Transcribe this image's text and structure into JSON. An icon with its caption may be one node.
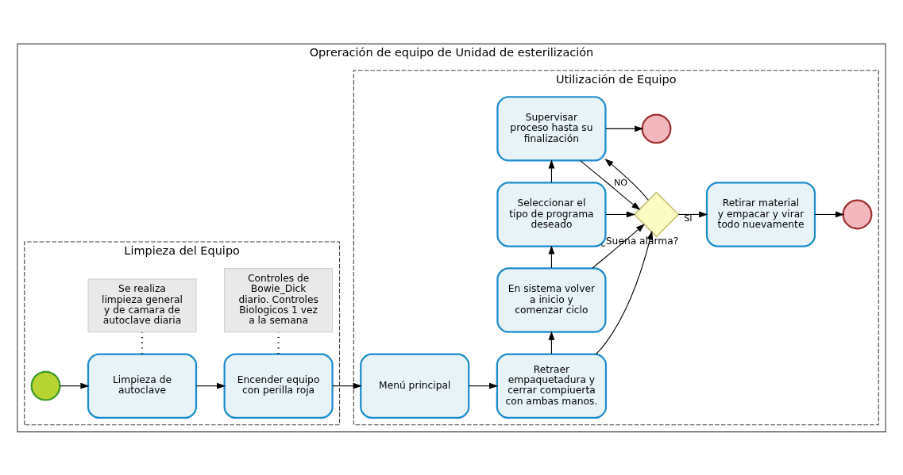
{
  "diagram": {
    "nodes": [
      {
        "text": [
          "Opreración de equipo de Unidad de esterilización"
        ]
      },
      {
        "text": [
          "Limpieza del Equipo"
        ],
        "in": 0
      },
      {
        "text": [],
        "shape": "circle",
        "in": 1
      },
      {
        "text": [
          "Limpieza de autoclave"
        ],
        "in": 1
      },
      {
        "text": [
          "Encender equipo con perilla roja"
        ],
        "in": 1
      },
      {
        "text": [
          "Se realiza limpieza general y de camara de autoclave diaria"
        ],
        "in": 1
      },
      {
        "text": [
          "Controles de Bowie_Dick diario. Controles Biologicos 1 vez a la semana"
        ],
        "in": 1
      },
      {
        "text": [
          "Utilización de Equipo"
        ],
        "in": 0
      },
      {
        "text": [
          "Menú principal"
        ],
        "in": 7
      },
      {
        "text": [
          "Retraer empaquetadura y cerrar compiuerta con ambas manos."
        ],
        "in": 7
      },
      {
        "text": [
          "En sistema volver a inicio y comenzar ciclo"
        ],
        "in": 7
      },
      {
        "text": [
          "Seleccionar el tipo de programa deseado"
        ],
        "in": 7
      },
      {
        "text": [
          "Supervisar proceso hasta su finalización"
        ],
        "in": 7
      },
      {
        "text": [],
        "shape": "diamond",
        "beside": [
          "¿Suena alarma?"
        ],
        "in": 7
      },
      {
        "text": [
          "Retirar material y empacar y virar todo nuevamente"
        ],
        "in": 7
      },
      {
        "text": [],
        "shape": "circle",
        "in": 7
      },
      {
        "text": [],
        "shape": "circle",
        "in": 7
      }
    ],
    "edges": [
      {
        "from": 2,
        "to": 3,
        "arrow": "to"
      },
      {
        "from": 3,
        "to": 4,
        "arrow": "to"
      },
      {
        "from": 4,
        "to": 8,
        "arrow": "to"
      },
      {
        "from": 8,
        "to": 9,
        "arrow": "to"
      },
      {
        "from": 9,
        "to": 10,
        "arrow": "to"
      },
      {
        "from": 10,
        "to": 11,
        "arrow": "to"
      },
      {
        "from": 11,
        "to": 12,
        "arrow": "to"
      },
      {
        "from": 9,
        "to": 13,
        "arrow": "to"
      },
      {
        "from": 10,
        "to": 13,
        "arrow": "to"
      },
      {
        "from": 11,
        "to": 13,
        "arrow": "to"
      },
      {
        "from": 12,
        "to": 13,
        "arrow": "to"
      },
      {
        "from": 13,
        "to": 14,
        "arrow": "to",
        "label": "SI"
      },
      {
        "from": 13,
        "to": 12,
        "arrow": "to",
        "label": "NO"
      },
      {
        "from": 14,
        "to": 15,
        "arrow": "to"
      },
      {
        "from": 12,
        "to": 16,
        "arrow": "to"
      },
      {
        "from": 3,
        "to": 5,
        "arrow": "none",
        "style": "dashed"
      },
      {
        "from": 4,
        "to": 6,
        "arrow": "none",
        "style": "dashed"
      }
    ]
  }
}
